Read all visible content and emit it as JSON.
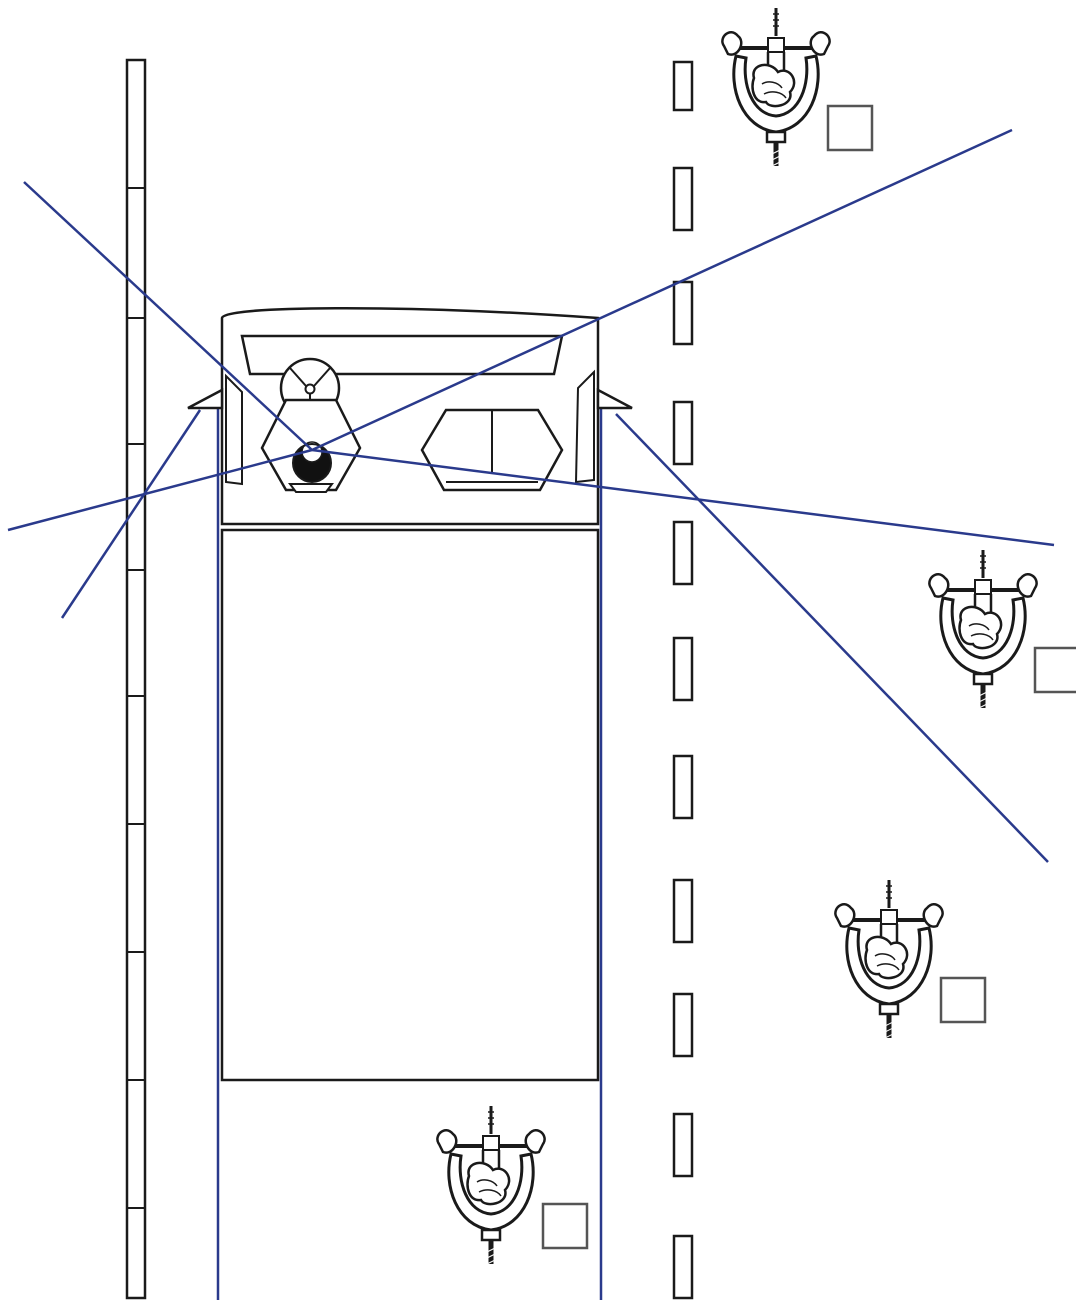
{
  "diagram": {
    "description_free": true,
    "colors": {
      "outline": "#1a1a1a",
      "sightline": "#2a3a8c",
      "background": "#ffffff",
      "driver_head": "#111111",
      "box_outline": "#555555"
    },
    "elements": {
      "road_edge": "curb-strip",
      "lane_divider": "dashed-lane-divider",
      "vehicle": "truck-top-view",
      "cyclists": [
        {
          "id": "cyclist-top-right"
        },
        {
          "id": "cyclist-mid-right"
        },
        {
          "id": "cyclist-lower-right"
        },
        {
          "id": "cyclist-bottom-center"
        }
      ],
      "sightlines": [
        "driver-sightline-upper-left",
        "driver-sightline-lower-left",
        "driver-sightline-upper-right",
        "driver-sightline-lower-right",
        "left-mirror-sightline",
        "right-mirror-sightline"
      ],
      "blind_spot_bounds": [
        "left-blind-spot-boundary",
        "right-blind-spot-boundary"
      ]
    }
  }
}
